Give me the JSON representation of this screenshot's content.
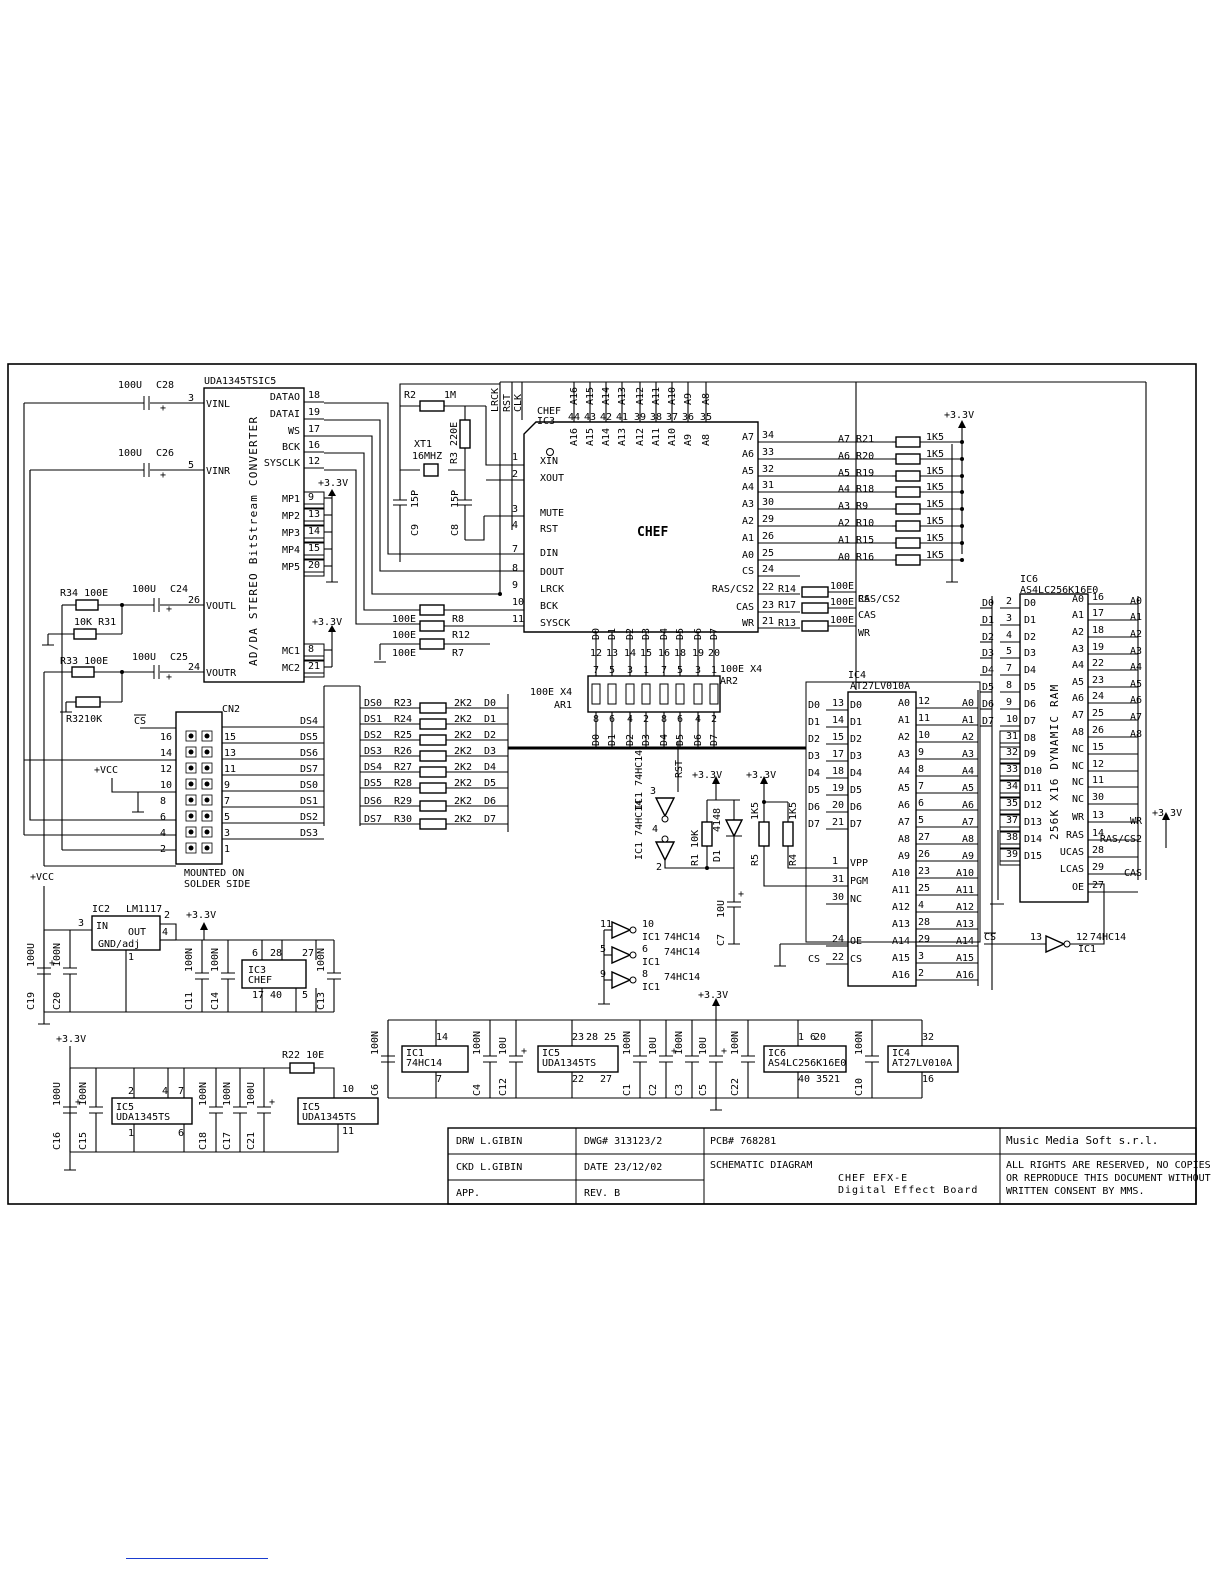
{
  "title_block": {
    "drw": "DRW  L.GIBIN",
    "ckd": "CKD  L.GIBIN",
    "app": "APP.",
    "dwg": "DWG#  313123/2",
    "date": "DATE  23/12/02",
    "rev": "REV.     B",
    "pcb": "PCB#   768281",
    "sheet_title": "SCHEMATIC DIAGRAM",
    "board_name": "CHEF EFX-E",
    "board_desc": "Digital Effect Board",
    "company": "Music Media Soft s.r.l.",
    "rights1": "ALL RIGHTS ARE RESERVED, NO COPIES",
    "rights2": "OR REPRODUCE THIS DOCUMENT WITHOUT",
    "rights3": "WRITTEN  CONSENT  BY MMS."
  },
  "codec": {
    "ref": "UDA1345TSIC5",
    "vert_label": "AD/DA STEREO BitStream CONVERTER",
    "pins_left": [
      {
        "num": "3",
        "name": "VINL"
      },
      {
        "num": "5",
        "name": "VINR"
      },
      {
        "num": "26",
        "name": "VOUTL"
      },
      {
        "num": "24",
        "name": "VOUTR"
      }
    ],
    "pins_right": [
      {
        "num": "18",
        "name": "DATAO"
      },
      {
        "num": "19",
        "name": "DATAI"
      },
      {
        "num": "17",
        "name": "WS"
      },
      {
        "num": "16",
        "name": "BCK"
      },
      {
        "num": "12",
        "name": "SYSCLK"
      },
      {
        "num": "9",
        "name": "MP1"
      },
      {
        "num": "13",
        "name": "MP2"
      },
      {
        "num": "14",
        "name": "MP3"
      },
      {
        "num": "15",
        "name": "MP4"
      },
      {
        "num": "20",
        "name": "MP5"
      },
      {
        "num": "8",
        "name": "MC1"
      },
      {
        "num": "21",
        "name": "MC2"
      }
    ]
  },
  "caps_codec": [
    {
      "ref": "C28",
      "val": "100U"
    },
    {
      "ref": "C26",
      "val": "100U"
    },
    {
      "ref": "C24",
      "val": "100U"
    },
    {
      "ref": "C25",
      "val": "100U"
    }
  ],
  "resistors_codec": [
    {
      "label": "R34 100E"
    },
    {
      "label": "10K R31"
    },
    {
      "label": "R33 100E"
    },
    {
      "label": "R3210K"
    }
  ],
  "chef": {
    "name": "CHEF",
    "ref": "CHEF",
    "ref2": "IC3",
    "top_nets": [
      "LRCK",
      "RST",
      "CLK"
    ],
    "top_pins": [
      {
        "num": "44",
        "name": "A16"
      },
      {
        "num": "43",
        "name": "A15"
      },
      {
        "num": "42",
        "name": "A14"
      },
      {
        "num": "41",
        "name": "A13"
      },
      {
        "num": "39",
        "name": "A12"
      },
      {
        "num": "38",
        "name": "A11"
      },
      {
        "num": "37",
        "name": "A10"
      },
      {
        "num": "36",
        "name": "A9"
      },
      {
        "num": "35",
        "name": "A8"
      }
    ],
    "left_pins": [
      {
        "num": "1",
        "name": "XIN"
      },
      {
        "num": "2",
        "name": "XOUT"
      },
      {
        "num": "3",
        "name": "MUTE"
      },
      {
        "num": "4",
        "name": "RST"
      },
      {
        "num": "7",
        "name": "DIN"
      },
      {
        "num": "8",
        "name": "DOUT"
      },
      {
        "num": "9",
        "name": "LRCK"
      },
      {
        "num": "10",
        "name": "BCK"
      },
      {
        "num": "11",
        "name": "SYSCK"
      }
    ],
    "right_pins": [
      {
        "num": "34",
        "name": "A7"
      },
      {
        "num": "33",
        "name": "A6"
      },
      {
        "num": "32",
        "name": "A5"
      },
      {
        "num": "31",
        "name": "A4"
      },
      {
        "num": "30",
        "name": "A3"
      },
      {
        "num": "29",
        "name": "A2"
      },
      {
        "num": "26",
        "name": "A1"
      },
      {
        "num": "25",
        "name": "A0"
      },
      {
        "num": "24",
        "name": "CS"
      },
      {
        "num": "22",
        "name": "RAS/CS2"
      },
      {
        "num": "23",
        "name": "CAS"
      },
      {
        "num": "21",
        "name": "WR"
      }
    ],
    "bottom_pins": [
      {
        "num": "12",
        "name": "D0"
      },
      {
        "num": "13",
        "name": "D1"
      },
      {
        "num": "14",
        "name": "D2"
      },
      {
        "num": "15",
        "name": "D3"
      },
      {
        "num": "16",
        "name": "D4"
      },
      {
        "num": "18",
        "name": "D5"
      },
      {
        "num": "19",
        "name": "D6"
      },
      {
        "num": "20",
        "name": "D7"
      }
    ]
  },
  "xtal": {
    "ref": "XT1",
    "freq": "16MHZ",
    "r2": "R2",
    "r2v": "1M",
    "r3": "R3 220E",
    "c9": "C9",
    "c8": "C8",
    "cv": "15P"
  },
  "addr_resistors": [
    {
      "net": "A7",
      "label": "A7 R21",
      "val": "1K5"
    },
    {
      "net": "A6",
      "label": "A6 R20",
      "val": "1K5"
    },
    {
      "net": "A5",
      "label": "A5 R19",
      "val": "1K5"
    },
    {
      "net": "A4",
      "label": "A4 R18",
      "val": "1K5"
    },
    {
      "net": "A3",
      "label": "A3 R9",
      "val": "1K5"
    },
    {
      "net": "A2",
      "label": "A2 R10",
      "val": "1K5"
    },
    {
      "net": "A1",
      "label": "A1 R15",
      "val": "1K5"
    },
    {
      "net": "A0",
      "label": "A0 R16",
      "val": "1K5"
    }
  ],
  "ctrl_resistors": [
    {
      "ref": "R14",
      "val": "100E",
      "net": "CS",
      "net2": "RAS/CS2"
    },
    {
      "ref": "R17",
      "val": "100E",
      "net": "CAS"
    },
    {
      "ref": "R13",
      "val": "100E",
      "net": "WR"
    }
  ],
  "ser_resistors": [
    {
      "ref": "R8",
      "val": "100E"
    },
    {
      "ref": "R12",
      "val": "100E"
    },
    {
      "ref": "R7",
      "val": "100E"
    }
  ],
  "supply": {
    "v33": "+3.3V",
    "vcc": "+VCC"
  },
  "ram": {
    "ref": "IC6",
    "part": "AS4LC256K16E0",
    "vert": "256K X16 DYNAMIC RAM",
    "left": [
      {
        "num": "2",
        "name": "D0"
      },
      {
        "num": "3",
        "name": "D1"
      },
      {
        "num": "4",
        "name": "D2"
      },
      {
        "num": "5",
        "name": "D3"
      },
      {
        "num": "7",
        "name": "D4"
      },
      {
        "num": "8",
        "name": "D5"
      },
      {
        "num": "9",
        "name": "D6"
      },
      {
        "num": "10",
        "name": "D7"
      },
      {
        "num": "31",
        "name": "D8"
      },
      {
        "num": "32",
        "name": "D9"
      },
      {
        "num": "33",
        "name": "D10"
      },
      {
        "num": "34",
        "name": "D11"
      },
      {
        "num": "35",
        "name": "D12"
      },
      {
        "num": "37",
        "name": "D13"
      },
      {
        "num": "38",
        "name": "D14"
      },
      {
        "num": "39",
        "name": "D15"
      }
    ],
    "right": [
      {
        "num": "16",
        "name": "A0"
      },
      {
        "num": "17",
        "name": "A1"
      },
      {
        "num": "18",
        "name": "A2"
      },
      {
        "num": "19",
        "name": "A3"
      },
      {
        "num": "22",
        "name": "A4"
      },
      {
        "num": "23",
        "name": "A5"
      },
      {
        "num": "24",
        "name": "A6"
      },
      {
        "num": "25",
        "name": "A7"
      },
      {
        "num": "26",
        "name": "A8"
      },
      {
        "num": "15",
        "name": "NC"
      },
      {
        "num": "12",
        "name": "NC"
      },
      {
        "num": "11",
        "name": "NC"
      },
      {
        "num": "30",
        "name": "NC"
      },
      {
        "num": "13",
        "name": "WR"
      },
      {
        "num": "14",
        "name": "RAS"
      },
      {
        "num": "28",
        "name": "UCAS"
      },
      {
        "num": "29",
        "name": "LCAS"
      },
      {
        "num": "27",
        "name": "OE"
      }
    ],
    "nets": [
      "A0",
      "A1",
      "A2",
      "A3",
      "A4",
      "A5",
      "A6",
      "A7",
      "A8",
      "WR",
      "RAS/CS2",
      "CAS"
    ]
  },
  "eprom": {
    "ref": "IC4",
    "part": "AT27LV010A",
    "left": [
      {
        "num": "13",
        "name": "D0"
      },
      {
        "num": "14",
        "name": "D1"
      },
      {
        "num": "15",
        "name": "D2"
      },
      {
        "num": "17",
        "name": "D3"
      },
      {
        "num": "18",
        "name": "D4"
      },
      {
        "num": "19",
        "name": "D5"
      },
      {
        "num": "20",
        "name": "D6"
      },
      {
        "num": "21",
        "name": "D7"
      },
      {
        "num": "1",
        "name": "VPP"
      },
      {
        "num": "31",
        "name": "PGM"
      },
      {
        "num": "30",
        "name": "NC"
      },
      {
        "num": "24",
        "name": "OE"
      },
      {
        "num": "22",
        "name": "CS"
      }
    ],
    "right": [
      {
        "num": "12",
        "name": "A0"
      },
      {
        "num": "11",
        "name": "A1"
      },
      {
        "num": "10",
        "name": "A2"
      },
      {
        "num": "9",
        "name": "A3"
      },
      {
        "num": "8",
        "name": "A4"
      },
      {
        "num": "7",
        "name": "A5"
      },
      {
        "num": "6",
        "name": "A6"
      },
      {
        "num": "5",
        "name": "A7"
      },
      {
        "num": "27",
        "name": "A8"
      },
      {
        "num": "26",
        "name": "A9"
      },
      {
        "num": "23",
        "name": "A10"
      },
      {
        "num": "25",
        "name": "A11"
      },
      {
        "num": "4",
        "name": "A12"
      },
      {
        "num": "28",
        "name": "A13"
      },
      {
        "num": "29",
        "name": "A14"
      },
      {
        "num": "3",
        "name": "A15"
      },
      {
        "num": "2",
        "name": "A16"
      }
    ]
  },
  "res_arrays": {
    "ar2": "100E  X4",
    "ar2ref": "AR2",
    "ar1": "100E  X4",
    "ar1ref": "AR1",
    "top_pins": [
      "7",
      "5",
      "3",
      "1",
      "7",
      "5",
      "3",
      "1"
    ],
    "bot_pins": [
      "8",
      "6",
      "4",
      "2",
      "8",
      "6",
      "4",
      "2"
    ],
    "nets": [
      "D0",
      "D1",
      "D2",
      "D3",
      "D4",
      "D5",
      "D6",
      "D7"
    ]
  },
  "ds_resistors": [
    {
      "net": "DS0",
      "ref": "R23",
      "val": "2K2",
      "d": "D0"
    },
    {
      "net": "DS1",
      "ref": "R24",
      "val": "2K2",
      "d": "D1"
    },
    {
      "net": "DS2",
      "ref": "R25",
      "val": "2K2",
      "d": "D2"
    },
    {
      "net": "DS3",
      "ref": "R26",
      "val": "2K2",
      "d": "D3"
    },
    {
      "net": "DS4",
      "ref": "R27",
      "val": "2K2",
      "d": "D4"
    },
    {
      "net": "DS5",
      "ref": "R28",
      "val": "2K2",
      "d": "D5"
    },
    {
      "net": "DS6",
      "ref": "R29",
      "val": "2K2",
      "d": "D6"
    },
    {
      "net": "DS7",
      "ref": "R30",
      "val": "2K2",
      "d": "D7"
    }
  ],
  "connector": {
    "ref": "CN2",
    "note1": "MOUNTED ON",
    "note2": "SOLDER SIDE",
    "cs": "CS",
    "left_pins": [
      "16",
      "14",
      "12",
      "10",
      "8",
      "6",
      "4",
      "2"
    ],
    "right_pins": [
      "15",
      "13",
      "11",
      "9",
      "7",
      "5",
      "3",
      "1"
    ],
    "nets": [
      "DS4",
      "DS5",
      "DS6",
      "DS7",
      "DS0",
      "DS1",
      "DS2",
      "DS3"
    ]
  },
  "reset": {
    "ic1a": "IC1 74HC14",
    "ic1b": "IC1 74HC14",
    "pins": [
      "3",
      "4",
      "1",
      "2"
    ],
    "rst": "RST",
    "r1": "R1  10K",
    "d1": "D1",
    "d1v": "4148",
    "c7": "C7",
    "c7v": "10U",
    "r5": "R5",
    "r4": "R4",
    "r5v": "1K5",
    "r4v": "1K5"
  },
  "spare_gates": [
    {
      "in": "11",
      "out": "10",
      "label": "IC1",
      "part": "74HC14"
    },
    {
      "in": "5",
      "out": "6",
      "label": "IC1",
      "part": "74HC14"
    },
    {
      "in": "9",
      "out": "8",
      "label": "IC1",
      "part": "74HC14"
    }
  ],
  "cs_gate": {
    "in": "13",
    "out": "12",
    "label": "IC1",
    "part": "74HC14",
    "net": "CS"
  },
  "regulator": {
    "ref": "IC2",
    "part": "LM1117",
    "in": "IN",
    "out": "OUT",
    "gnd": "GND/adj",
    "pin_in": "3",
    "pin_out": "2",
    "pin_gnd": "1",
    "pin_4": "4"
  },
  "decoupling_vcc": [
    {
      "ref": "C19",
      "val": "100U"
    },
    {
      "ref": "C20",
      "val": "100N"
    },
    {
      "ref": "C11",
      "val": "100N"
    },
    {
      "ref": "C14",
      "val": "100N"
    },
    {
      "ref": "C13",
      "val": "100N"
    }
  ],
  "chef_pwr": {
    "label": "IC3",
    "part": "CHEF",
    "pins": [
      "6",
      "28",
      "27",
      "17",
      "40",
      "5"
    ]
  },
  "decoupling_33": [
    {
      "ref": "C6",
      "val": "100N"
    },
    {
      "ref": "C4",
      "val": "100N"
    },
    {
      "ref": "C12",
      "val": "10U"
    },
    {
      "ref": "C1",
      "val": "100N"
    },
    {
      "ref": "C2",
      "val": "10U"
    },
    {
      "ref": "C3",
      "val": "100N"
    },
    {
      "ref": "C5",
      "val": "10U"
    },
    {
      "ref": "C22",
      "val": "100N"
    },
    {
      "ref": "C10",
      "val": "100N"
    }
  ],
  "pwr_ics": [
    {
      "label": "IC1",
      "part": "74HC14",
      "pt": "14",
      "pb": "7"
    },
    {
      "label": "IC5",
      "part": "UDA1345TS",
      "pt": "23",
      "pt2": "28 25",
      "pb": "22",
      "pb2": "27"
    },
    {
      "label": "IC6",
      "part": "AS4LC256K16E0",
      "pt": "1  6",
      "pt2": "20",
      "pb": "40 35",
      "pb2": "21"
    },
    {
      "label": "IC4",
      "part": "AT27LV010A",
      "pt": "32",
      "pb": "16"
    }
  ],
  "codec_pwr": {
    "label": "IC5",
    "part": "UDA1345TS",
    "pins": [
      "2",
      "4",
      "7",
      "1",
      "6"
    ],
    "r22": "R22 10E",
    "label2": "IC5",
    "part2": "UDA1345TS",
    "p10": "10",
    "p11": "11",
    "caps": [
      {
        "ref": "C16",
        "val": "100U"
      },
      {
        "ref": "C15",
        "val": "100N"
      },
      {
        "ref": "C18",
        "val": "100N"
      },
      {
        "ref": "C17",
        "val": "100N"
      },
      {
        "ref": "C21",
        "val": "100U"
      }
    ]
  }
}
